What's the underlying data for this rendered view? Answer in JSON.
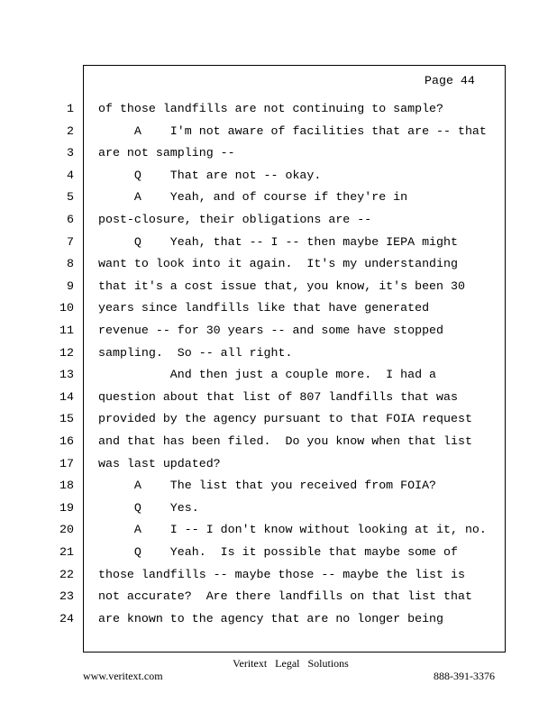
{
  "page_label": "Page 44",
  "lines": [
    {
      "n": "1",
      "text": "of those landfills are not continuing to sample?"
    },
    {
      "n": "2",
      "text": "     A    I'm not aware of facilities that are -- that"
    },
    {
      "n": "3",
      "text": "are not sampling --"
    },
    {
      "n": "4",
      "text": "     Q    That are not -- okay."
    },
    {
      "n": "5",
      "text": "     A    Yeah, and of course if they're in"
    },
    {
      "n": "6",
      "text": "post-closure, their obligations are --"
    },
    {
      "n": "7",
      "text": "     Q    Yeah, that -- I -- then maybe IEPA might"
    },
    {
      "n": "8",
      "text": "want to look into it again.  It's my understanding"
    },
    {
      "n": "9",
      "text": "that it's a cost issue that, you know, it's been 30"
    },
    {
      "n": "10",
      "text": "years since landfills like that have generated"
    },
    {
      "n": "11",
      "text": "revenue -- for 30 years -- and some have stopped"
    },
    {
      "n": "12",
      "text": "sampling.  So -- all right."
    },
    {
      "n": "13",
      "text": "          And then just a couple more.  I had a"
    },
    {
      "n": "14",
      "text": "question about that list of 807 landfills that was"
    },
    {
      "n": "15",
      "text": "provided by the agency pursuant to that FOIA request"
    },
    {
      "n": "16",
      "text": "and that has been filed.  Do you know when that list"
    },
    {
      "n": "17",
      "text": "was last updated?"
    },
    {
      "n": "18",
      "text": "     A    The list that you received from FOIA?"
    },
    {
      "n": "19",
      "text": "     Q    Yes."
    },
    {
      "n": "20",
      "text": "     A    I -- I don't know without looking at it, no."
    },
    {
      "n": "21",
      "text": "     Q    Yeah.  Is it possible that maybe some of"
    },
    {
      "n": "22",
      "text": "those landfills -- maybe those -- maybe the list is"
    },
    {
      "n": "23",
      "text": "not accurate?  Are there landfills on that list that"
    },
    {
      "n": "24",
      "text": "are known to the agency that are no longer being"
    }
  ],
  "footer": {
    "company": "Veritext   Legal   Solutions",
    "website": "www.veritext.com",
    "phone": "888-391-3376"
  }
}
